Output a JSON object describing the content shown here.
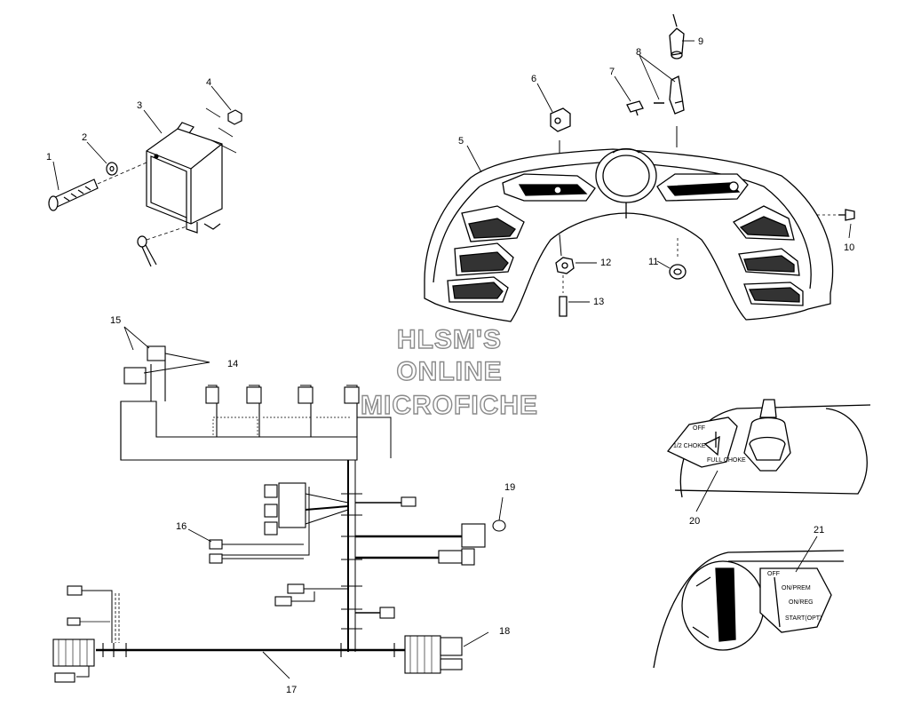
{
  "watermark": {
    "line1": "HLSM'S",
    "line2": "ONLINE",
    "line3": "MICROFICHE"
  },
  "callouts": [
    "1",
    "2",
    "3",
    "4",
    "5",
    "6",
    "7",
    "8",
    "9",
    "10",
    "11",
    "12",
    "13",
    "14",
    "15",
    "16",
    "17",
    "18",
    "19",
    "20",
    "21"
  ],
  "switch20": {
    "off": "OFF",
    "half_choke": "1/2 CHOKE",
    "full_choke": "FULL CHOKE"
  },
  "switch21": {
    "off": "OFF",
    "on_prem": "ON/PREM",
    "on_reg": "ON/REG",
    "start": "START(OPT)"
  },
  "colors": {
    "line": "#000000",
    "watermark_outline": "#8a8a8a",
    "background": "#ffffff"
  }
}
